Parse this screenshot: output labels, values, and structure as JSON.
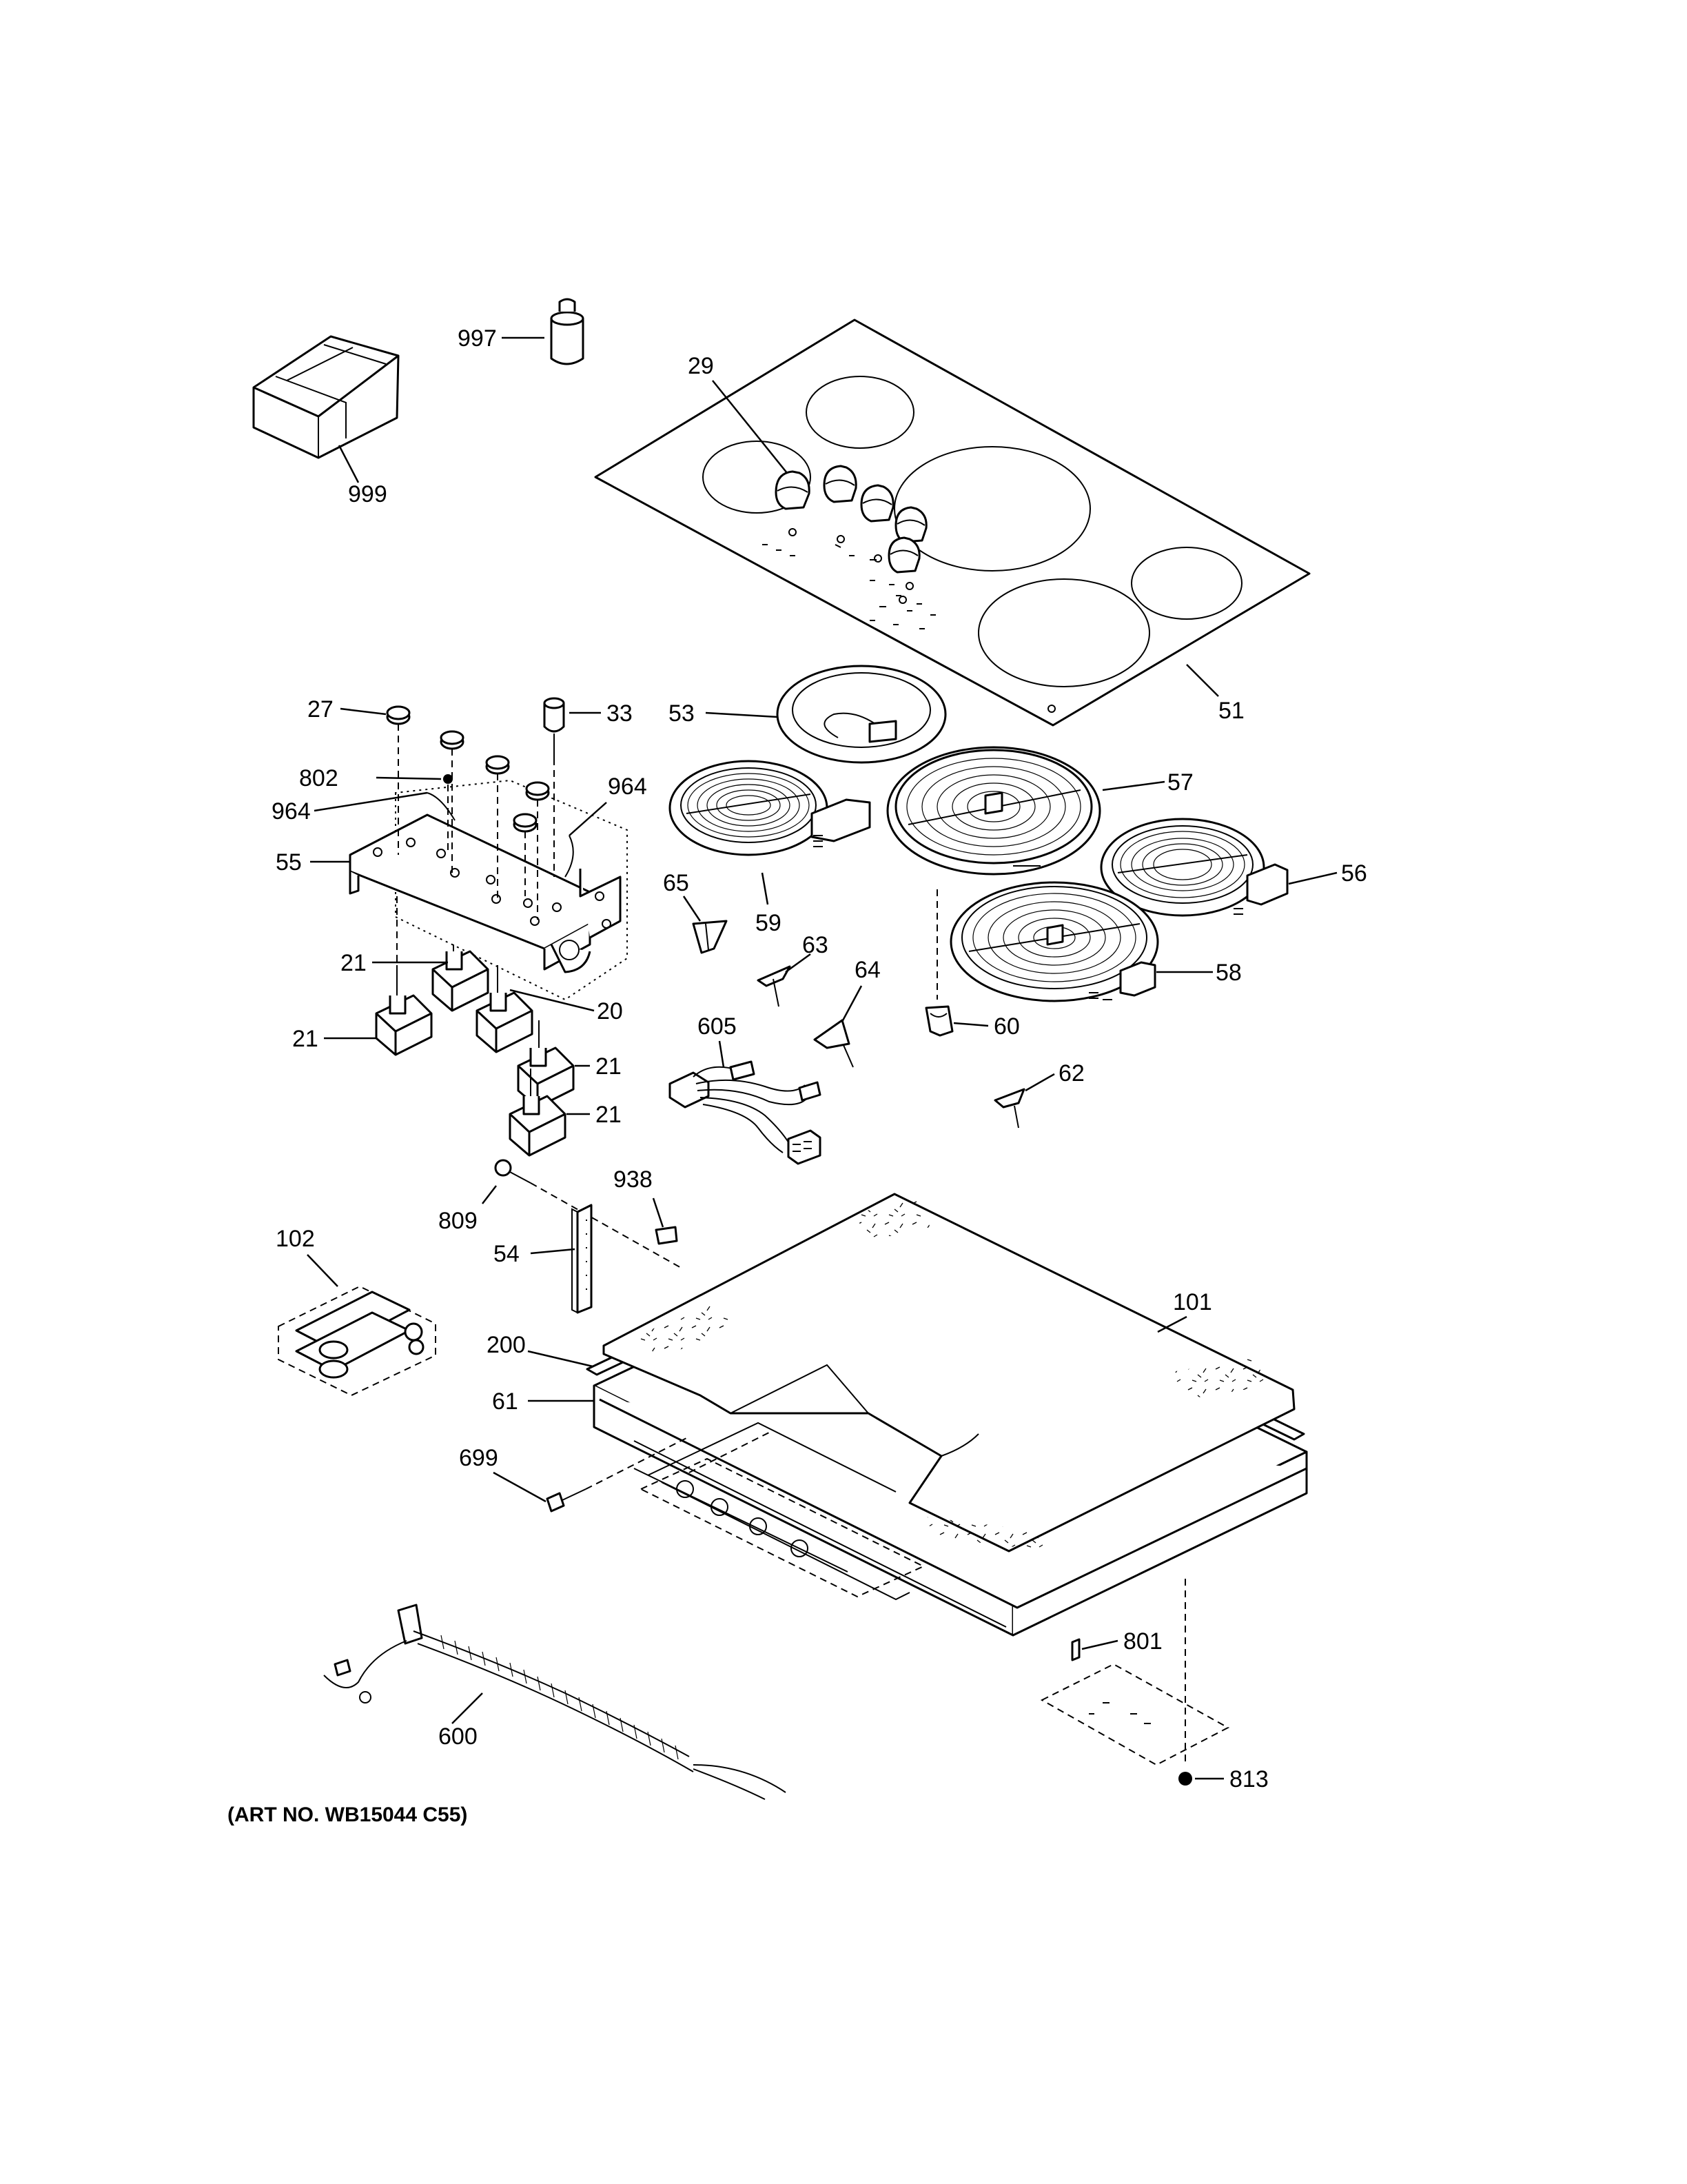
{
  "callouts": {
    "c997": "997",
    "c999": "999",
    "c29": "29",
    "c51": "51",
    "c27": "27",
    "c33": "33",
    "c802": "802",
    "c964a": "964",
    "c964b": "964",
    "c55": "55",
    "c53": "53",
    "c57": "57",
    "c56": "56",
    "c59": "59",
    "c58": "58",
    "c65": "65",
    "c63": "63",
    "c64": "64",
    "c60": "60",
    "c62": "62",
    "c605": "605",
    "c21a": "21",
    "c21b": "21",
    "c20": "20",
    "c21c": "21",
    "c21d": "21",
    "c809": "809",
    "c938": "938",
    "c54": "54",
    "c101": "101",
    "c102": "102",
    "c200": "200",
    "c61": "61",
    "c699": "699",
    "c801": "801",
    "c600": "600",
    "c813": "813"
  },
  "caption": "(ART NO. WB15044 C55)"
}
